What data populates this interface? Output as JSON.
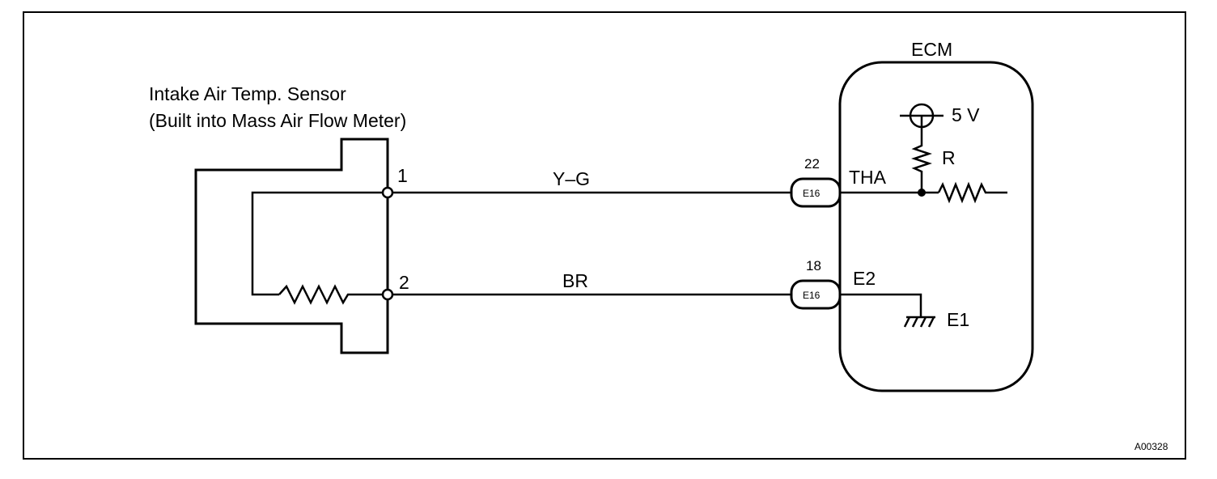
{
  "sensor": {
    "title_line1": "Intake Air Temp. Sensor",
    "title_line2": "(Built into Mass Air Flow Meter)",
    "pin1": "1",
    "pin2": "2"
  },
  "wires": {
    "wire1_color": "Y–G",
    "wire2_color": "BR"
  },
  "connectors": {
    "c1_pin": "22",
    "c1_name": "E16",
    "c2_pin": "18",
    "c2_name": "E16"
  },
  "ecm": {
    "title": "ECM",
    "voltage": "5 V",
    "resistor_label": "R",
    "signal_terminal": "THA",
    "ground_terminal": "E2",
    "ground_label": "E1"
  },
  "figure_code": "A00328"
}
